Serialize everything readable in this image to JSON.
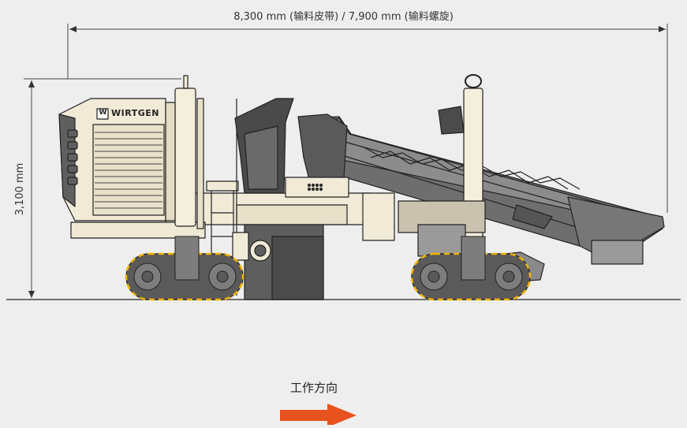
{
  "diagram": {
    "width_dimension": "8,300 mm (输料皮带) / 7,900 mm (输料螺旋)",
    "height_dimension": "3,100 mm",
    "brand": "WIRTGEN",
    "brand_mark": "W",
    "direction_label": "工作方向"
  },
  "colors": {
    "background": "#eeeeee",
    "machine_body": "#f1ead6",
    "dark_grey": "#5a5a5a",
    "mid_grey": "#7d7d7d",
    "track_highlight": "#f0b400",
    "arrow": "#e8521e",
    "outline": "#222222"
  },
  "icons": [
    "wirtgen-logo-icon",
    "direction-arrow-icon"
  ]
}
